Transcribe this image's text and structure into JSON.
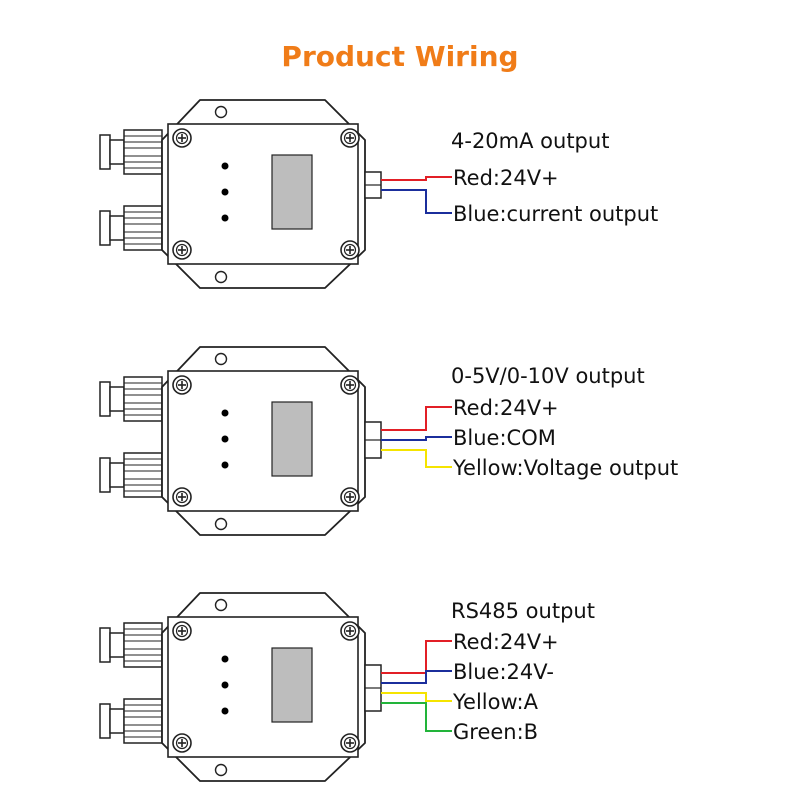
{
  "title": "Product Wiring",
  "colors": {
    "title": "#F07C18",
    "red": "#E21F26",
    "blue": "#1B2E9C",
    "yellow": "#F5E400",
    "green": "#22B43A",
    "display": "#BDBDBD",
    "outline": "#222222"
  },
  "sections": [
    {
      "heading": "4-20mA output",
      "wires": [
        {
          "label": "Red:24V+",
          "color": "red"
        },
        {
          "label": "Blue:current output",
          "color": "blue"
        }
      ]
    },
    {
      "heading": "0-5V/0-10V output",
      "wires": [
        {
          "label": "Red:24V+",
          "color": "red"
        },
        {
          "label": "Blue:COM",
          "color": "blue"
        },
        {
          "label": "Yellow:Voltage output",
          "color": "yellow"
        }
      ]
    },
    {
      "heading": "RS485 output",
      "wires": [
        {
          "label": "Red:24V+",
          "color": "red"
        },
        {
          "label": "Blue:24V-",
          "color": "blue"
        },
        {
          "label": "Yellow:A",
          "color": "yellow"
        },
        {
          "label": "Green:B",
          "color": "green"
        }
      ]
    }
  ]
}
